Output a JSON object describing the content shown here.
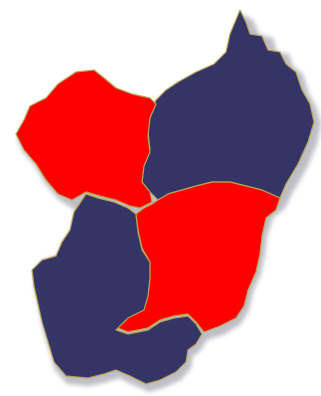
{
  "map": {
    "background_color": "#ffffff",
    "border_color": "#b8a255",
    "shadow_color": "#8a8a9a",
    "regions": [
      {
        "id": "region-northeast",
        "color": "#343566",
        "highlighted": false
      },
      {
        "id": "region-southwest",
        "color": "#343566",
        "highlighted": false
      },
      {
        "id": "region-northwest",
        "color": "#ff0000",
        "highlighted": true
      },
      {
        "id": "region-south-central",
        "color": "#ff0000",
        "highlighted": true
      }
    ]
  }
}
